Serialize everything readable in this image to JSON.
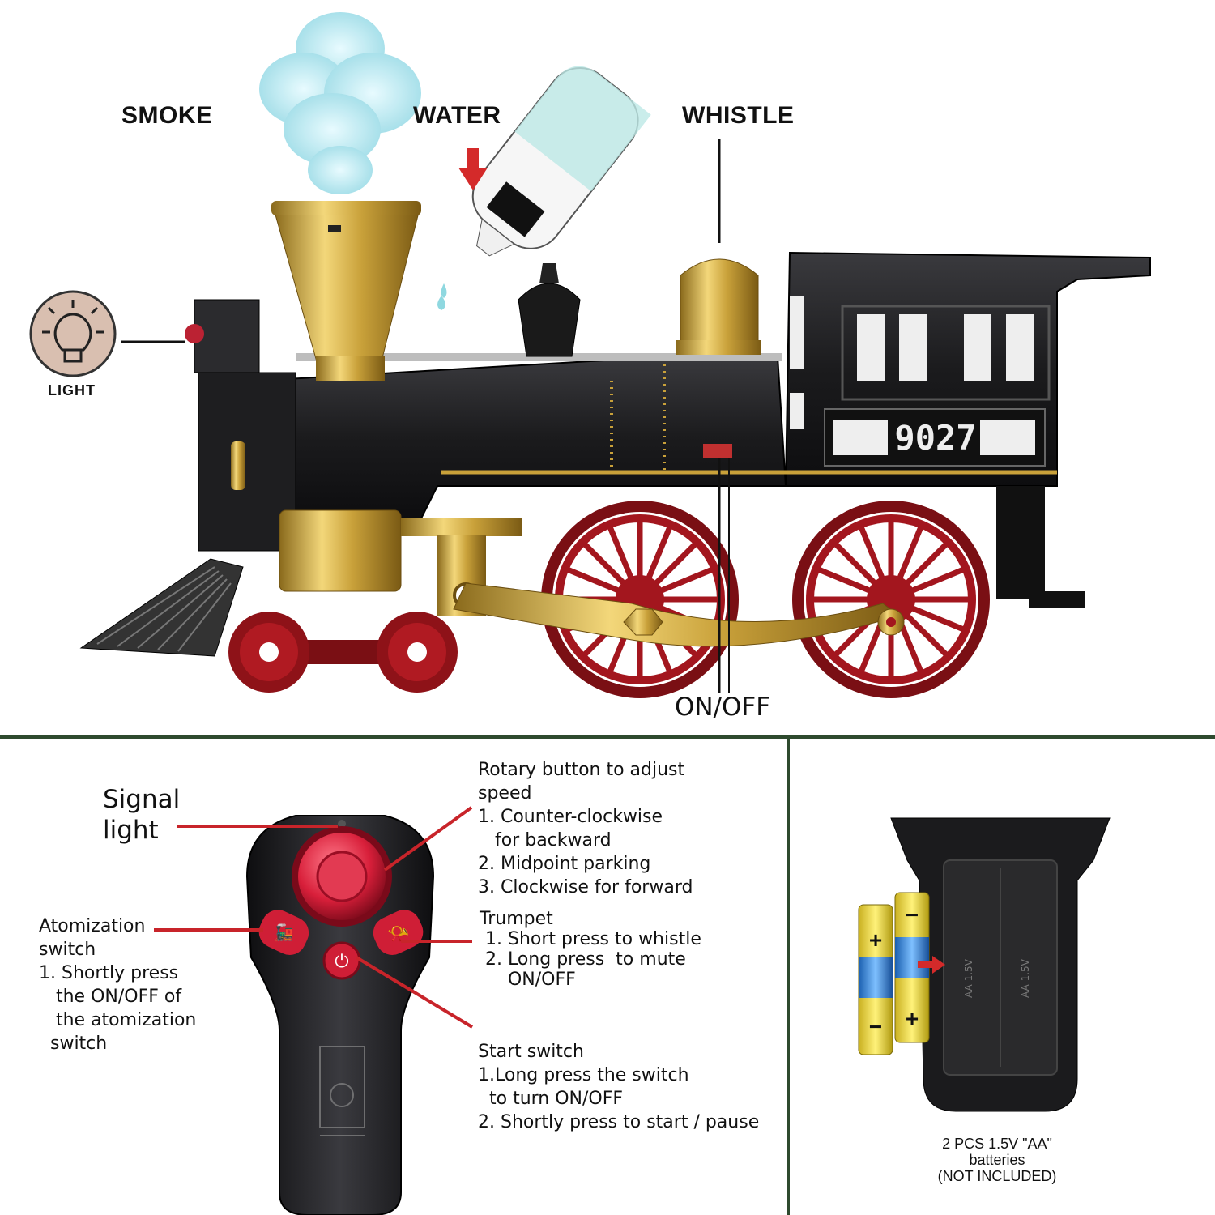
{
  "top_labels": {
    "smoke": "SMOKE",
    "water": "WATER",
    "whistle": "WHISTLE",
    "light": "LIGHT",
    "on_off": "ON/OFF"
  },
  "locomotive": {
    "number": "9027"
  },
  "remote": {
    "signal_light": {
      "line1": "Signal",
      "line2": "light"
    },
    "rotary": {
      "lines": [
        "Rotary button to adjust",
        "speed",
        "1. Counter-clockwise",
        "   for backward",
        "2. Midpoint parking",
        "3. Clockwise for forward"
      ]
    },
    "atomization": {
      "lines": [
        "Atomization",
        "switch",
        "1. Shortly press",
        "   the ON/OFF of",
        "   the atomization",
        "  switch"
      ]
    },
    "trumpet": {
      "lines": [
        "Trumpet",
        " 1. Short press to whistle",
        " 2. Long press  to mute",
        "     ON/OFF"
      ]
    },
    "start": {
      "lines": [
        "Start switch",
        "1.Long press the switch",
        "  to turn ON/OFF",
        "2. Shortly press to start / pause"
      ]
    }
  },
  "battery": {
    "lines": [
      "2 PCS 1.5V \"AA\"",
      "batteries",
      "(NOT INCLUDED)"
    ],
    "cell_label": "AA 1.5V"
  },
  "colors": {
    "divider": "#2e4a2e",
    "callout_red": "#c8242a",
    "gold": "#c9a13a",
    "wheel_red": "#a3161e",
    "body_black": "#1b1b1d"
  }
}
